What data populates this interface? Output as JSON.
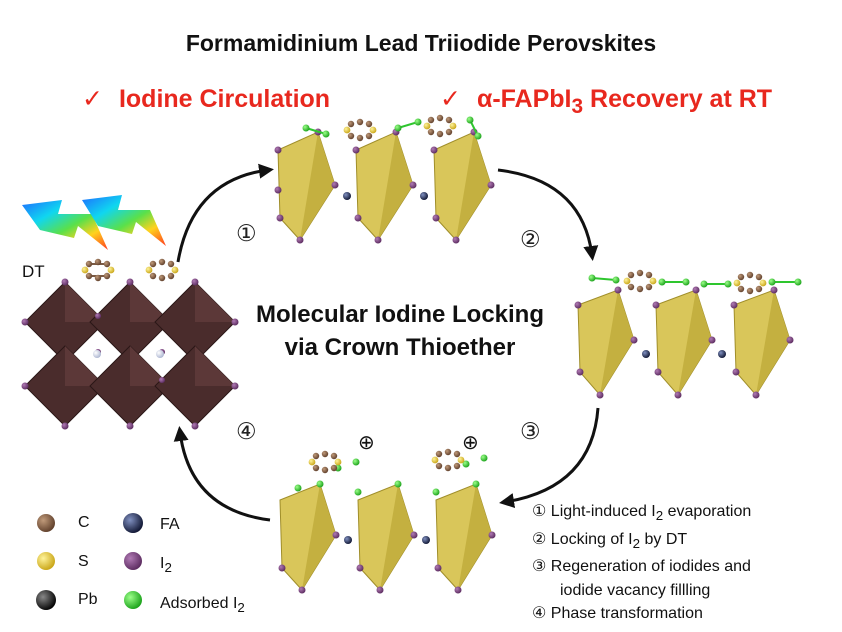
{
  "title": "Formamidinium Lead Triiodide Perovskites",
  "highlights": {
    "iodine_circulation": "Iodine Circulation",
    "recovery_prefix": "α-FAPbI",
    "recovery_sub": "3",
    "recovery_suffix": " Recovery at RT",
    "check_mark": "✓"
  },
  "center_label": {
    "line1": "Molecular Iodine Locking",
    "line2": "via Crown Thioether"
  },
  "dt_label": "DT",
  "step_numbers": [
    "①",
    "②",
    "③",
    "④"
  ],
  "plus_symbol": "⊕",
  "legend": {
    "c": "C",
    "s": "S",
    "pb": "Pb",
    "fa": "FA",
    "i2_main": "I",
    "i2_sub": "2",
    "ads_main": "Adsorbed I",
    "ads_sub": "2"
  },
  "steps": {
    "s1_a": "① Light-induced I",
    "s1_sub": "2",
    "s1_b": " evaporation",
    "s2_a": "② Locking of I",
    "s2_sub": "2",
    "s2_b": " by DT",
    "s3_a": "③ Regeneration of iodides and",
    "s3_b": "iodide vacancy fillling",
    "s4": "④ Phase transformation"
  },
  "colors": {
    "title": "#111111",
    "highlight": "#e8281e",
    "octahedron_dark": "#4a2c2c",
    "octahedron_yellow": "#d9c65a",
    "iodine_purple": "#6b3a6e",
    "adsorbed_green": "#2ec62e",
    "carbon_brown": "#7a5a44",
    "sulfur_yellow": "#e8cc2a",
    "fa_navy": "#1a2448",
    "pb_black": "#1a1a1a"
  },
  "icons": [
    "lightning-bolt-icon",
    "check-icon",
    "cycle-arrow-icon"
  ]
}
